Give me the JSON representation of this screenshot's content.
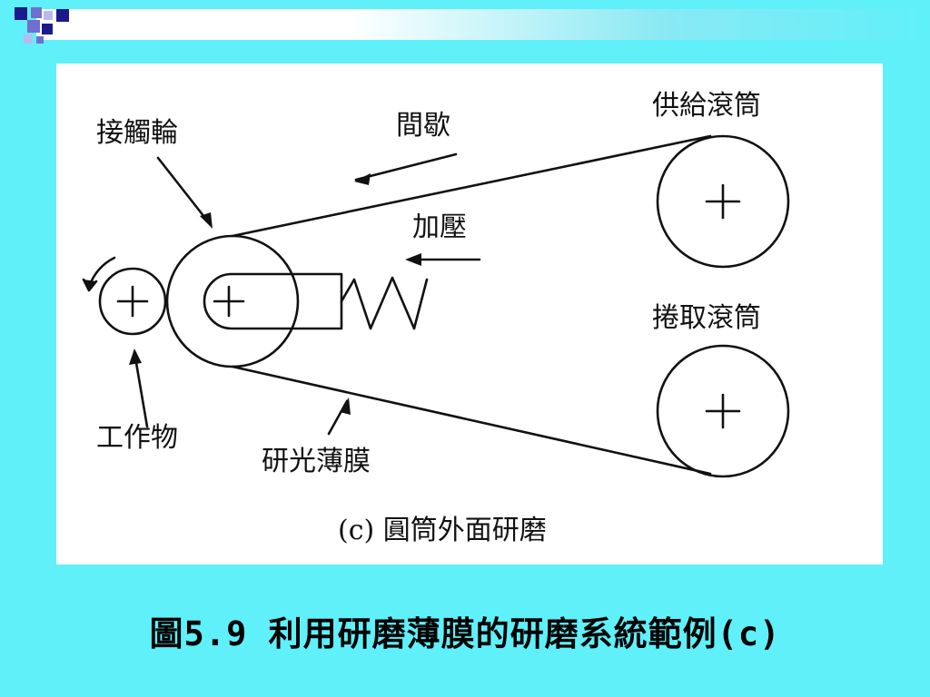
{
  "diagram": {
    "labels": {
      "contact_wheel": "接觸輪",
      "intermittent": "間歇",
      "supply_roll": "供給滾筒",
      "pressure": "加壓",
      "takeup_roll": "捲取滾筒",
      "workpiece": "工作物",
      "lapping_film": "研光薄膜",
      "subcaption": "(c) 圓筒外面研磨"
    }
  },
  "caption": "圖5.9 利用研磨薄膜的研磨系統範例(c)",
  "colors": {
    "background": "#5ff0fa",
    "panel": "#ffffff",
    "ink": "#111111",
    "deco_navy": "#1a1a8c",
    "deco_blue": "#6f6fd0",
    "deco_light": "#b9b9ee"
  }
}
